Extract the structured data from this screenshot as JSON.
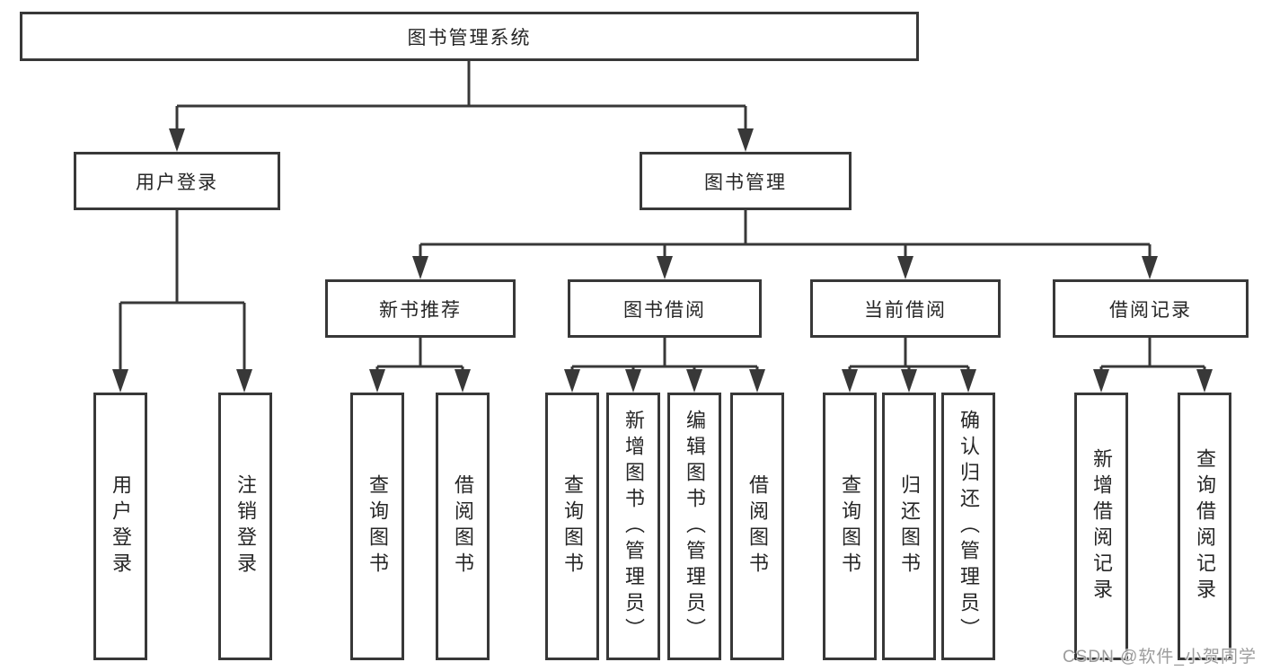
{
  "colors": {
    "line": "#383838",
    "box_border": "#383838",
    "text": "#262626",
    "watermark": "#9c9c9c",
    "background": "#ffffff"
  },
  "watermark": "CSDN @软件_小贺同学",
  "tree": {
    "label": "图书管理系统",
    "children": [
      {
        "label": "用户登录",
        "children": [
          {
            "label": "用户登录"
          },
          {
            "label": "注销登录"
          }
        ]
      },
      {
        "label": "图书管理",
        "children": [
          {
            "label": "新书推荐",
            "children": [
              {
                "label": "查询图书"
              },
              {
                "label": "借阅图书"
              }
            ]
          },
          {
            "label": "图书借阅",
            "children": [
              {
                "label": "查询图书"
              },
              {
                "label": "新增图书（管理员）"
              },
              {
                "label": "编辑图书（管理员）"
              },
              {
                "label": "借阅图书"
              }
            ]
          },
          {
            "label": "当前借阅",
            "children": [
              {
                "label": "查询图书"
              },
              {
                "label": "归还图书"
              },
              {
                "label": "确认归还（管理员）"
              }
            ]
          },
          {
            "label": "借阅记录",
            "children": [
              {
                "label": "新增借阅记录"
              },
              {
                "label": "查询借阅记录"
              }
            ]
          }
        ]
      }
    ]
  }
}
